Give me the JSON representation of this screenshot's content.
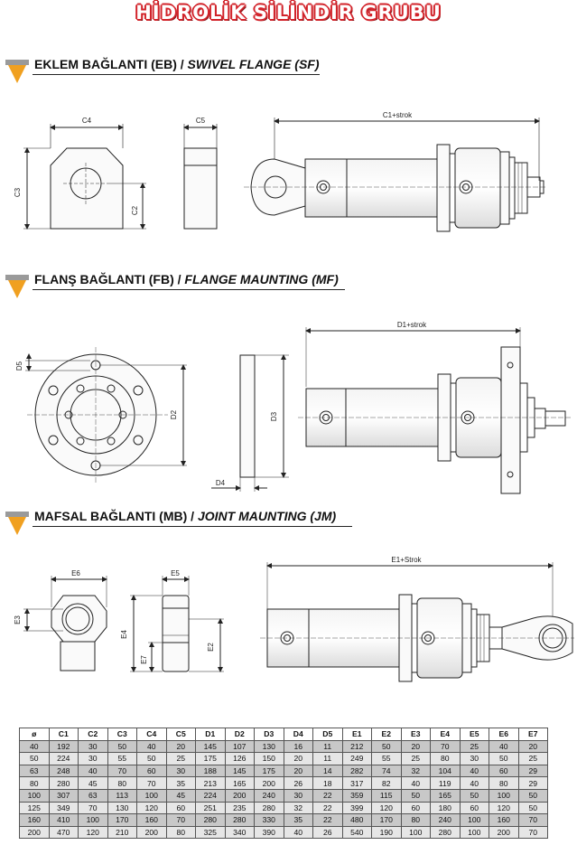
{
  "page_title": "HİDROLİK SİLİNDİR GRUBU",
  "sections": [
    {
      "tr": "EKLEM BAĞLANTI (EB) /",
      "en": "SWIVEL FLANGE (SF)"
    },
    {
      "tr": "FLANŞ BAĞLANTI (FB) /",
      "en": "FLANGE MAUNTING (MF)"
    },
    {
      "tr": "MAFSAL  BAĞLANTI (MB) /",
      "en": "JOINT MAUNTING (JM)"
    }
  ],
  "dims": {
    "c4": "C4",
    "c5": "C5",
    "c3": "C3",
    "c2": "C2",
    "c1": "C1+strok",
    "d5": "D5",
    "d2": "D2",
    "d3": "D3",
    "d4": "D4",
    "d1": "D1+strok",
    "e6": "E6",
    "e5": "E5",
    "e3": "E3",
    "e4": "E4",
    "e2": "E2",
    "e7": "E7",
    "e1": "E1+Strok"
  },
  "table": {
    "headers": [
      "ø",
      "C1",
      "C2",
      "C3",
      "C4",
      "C5",
      "D1",
      "D2",
      "D3",
      "D4",
      "D5",
      "E1",
      "E2",
      "E3",
      "E4",
      "E5",
      "E6",
      "E7"
    ],
    "rows": [
      [
        "40",
        "192",
        "30",
        "50",
        "40",
        "20",
        "145",
        "107",
        "130",
        "16",
        "11",
        "212",
        "50",
        "20",
        "70",
        "25",
        "40",
        "20"
      ],
      [
        "50",
        "224",
        "30",
        "55",
        "50",
        "25",
        "175",
        "126",
        "150",
        "20",
        "11",
        "249",
        "55",
        "25",
        "80",
        "30",
        "50",
        "25"
      ],
      [
        "63",
        "248",
        "40",
        "70",
        "60",
        "30",
        "188",
        "145",
        "175",
        "20",
        "14",
        "282",
        "74",
        "32",
        "104",
        "40",
        "60",
        "29"
      ],
      [
        "80",
        "280",
        "45",
        "80",
        "70",
        "35",
        "213",
        "165",
        "200",
        "26",
        "18",
        "317",
        "82",
        "40",
        "119",
        "40",
        "80",
        "29"
      ],
      [
        "100",
        "307",
        "63",
        "113",
        "100",
        "45",
        "224",
        "200",
        "240",
        "30",
        "22",
        "359",
        "115",
        "50",
        "165",
        "50",
        "100",
        "50"
      ],
      [
        "125",
        "349",
        "70",
        "130",
        "120",
        "60",
        "251",
        "235",
        "280",
        "32",
        "22",
        "399",
        "120",
        "60",
        "180",
        "60",
        "120",
        "50"
      ],
      [
        "160",
        "410",
        "100",
        "170",
        "160",
        "70",
        "280",
        "280",
        "330",
        "35",
        "22",
        "480",
        "170",
        "80",
        "240",
        "100",
        "160",
        "70"
      ],
      [
        "200",
        "470",
        "120",
        "210",
        "200",
        "80",
        "325",
        "340",
        "390",
        "40",
        "26",
        "540",
        "190",
        "100",
        "280",
        "100",
        "200",
        "70"
      ]
    ]
  }
}
